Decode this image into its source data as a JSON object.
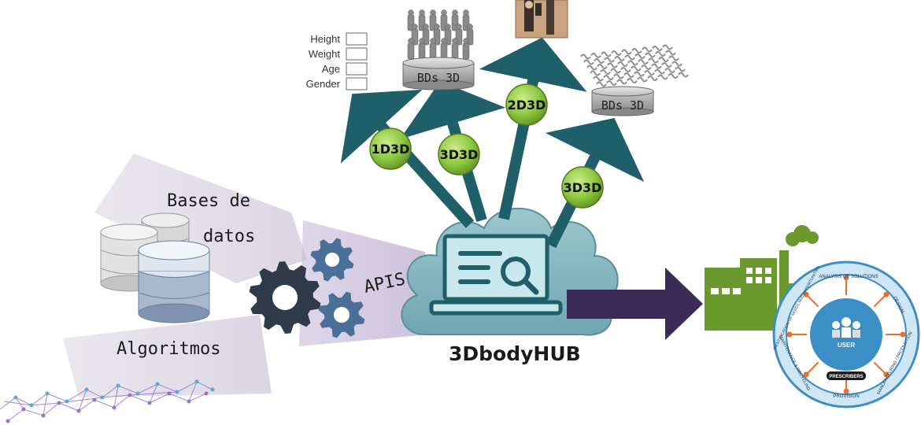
{
  "hub": {
    "title": "3DbodyHUB"
  },
  "sources": {
    "databases": {
      "line1": "Bases de",
      "line2": "datos"
    },
    "algorithms": {
      "label": "Algoritmos"
    },
    "apis": {
      "label": "APIS"
    }
  },
  "form": {
    "fields": [
      "Height",
      "Weight",
      "Age",
      "Gender"
    ]
  },
  "badges": [
    {
      "label": "1D3D"
    },
    {
      "label": "3D3D"
    },
    {
      "label": "2D3D"
    },
    {
      "label": "3D3D"
    }
  ],
  "bds": [
    {
      "label": "BDs 3D"
    },
    {
      "label": "BDs 3D"
    }
  ],
  "lifecycle": {
    "center": "USER",
    "prescribers": "PRESCRIBERS",
    "segments": [
      "ANALYSIS OF SOLUTIONS",
      "DESIGN",
      "MANUFACTURING / PRODUCTION",
      "PROVISION",
      "MAINTENANCE & RECYCLING",
      "IDENTIFICATION OF NEEDS AND OPPORTUNITIES"
    ]
  },
  "colors": {
    "arrow_teal": "#1f5f6a",
    "arrow_purple": "#3b2b57",
    "badge_green": "#8cc63f",
    "cloud": "#7fb3bd",
    "factory_green": "#6a9a2e",
    "lifecycle_blue": "#3b8fc6",
    "gear_dark": "#2f3b4b",
    "gear_blue": "#4a6f99"
  },
  "icons": [
    "database-icon",
    "gear-icon",
    "laptop-search-icon",
    "factory-icon",
    "network-graph-icon",
    "mannequin-crowd-icon",
    "photo-icon",
    "lifecycle-wheel-icon"
  ]
}
